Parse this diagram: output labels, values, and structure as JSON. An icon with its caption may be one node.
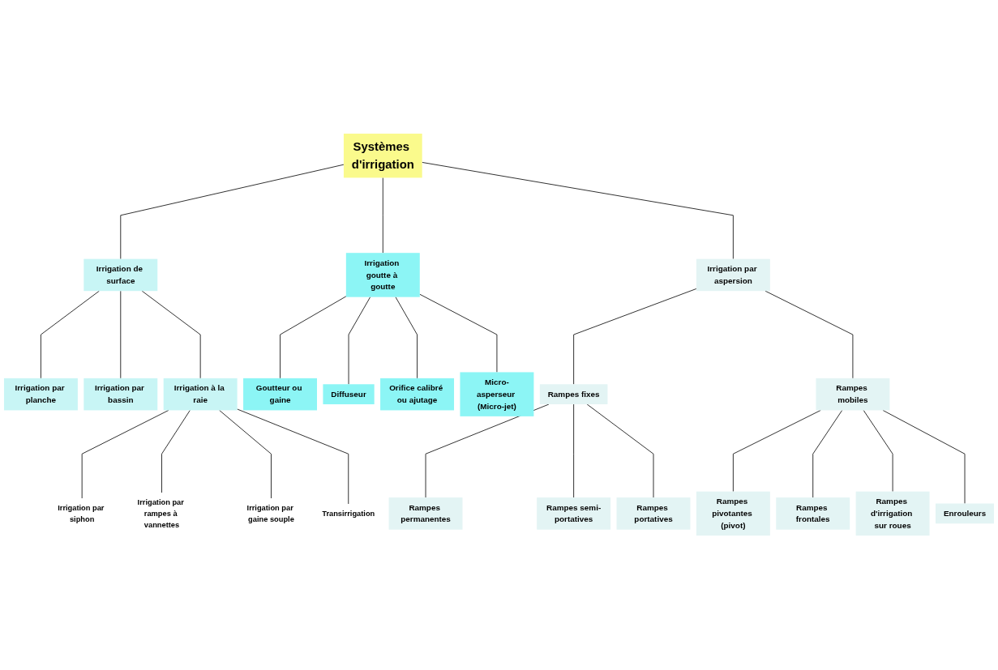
{
  "diagram": {
    "nodes": [
      {
        "text": [
          "Systèmes d'irrigation"
        ]
      },
      {
        "text": [
          "Irrigation de surface"
        ]
      },
      {
        "text": [
          "Irrigation goutte à goutte"
        ]
      },
      {
        "text": [
          "Irrigation par aspersion"
        ]
      },
      {
        "text": [
          "Irrigation par planche"
        ]
      },
      {
        "text": [
          "Irrigation par bassin"
        ]
      },
      {
        "text": [
          "Irrigation à la raie"
        ]
      },
      {
        "text": [
          "Irrigation par siphon"
        ]
      },
      {
        "text": [
          "Irrigation par rampes à vannettes"
        ]
      },
      {
        "text": [
          "Irrigation par gaine souple"
        ]
      },
      {
        "text": [
          "Transirrigation"
        ]
      },
      {
        "text": [
          "Goutteur ou gaine"
        ]
      },
      {
        "text": [
          "Diffuseur"
        ]
      },
      {
        "text": [
          "Orifice calibré ou ajutage"
        ]
      },
      {
        "text": [
          "Micro-asperseur (Micro-jet)"
        ]
      },
      {
        "text": [
          "Rampes fixes"
        ]
      },
      {
        "text": [
          "Rampes mobiles"
        ]
      },
      {
        "text": [
          "Rampes permanentes"
        ]
      },
      {
        "text": [
          "Rampes semi-portatives"
        ]
      },
      {
        "text": [
          "Rampes portatives"
        ]
      },
      {
        "text": [
          "Rampes pivotantes (pivot)"
        ]
      },
      {
        "text": [
          "Rampes frontales"
        ]
      },
      {
        "text": [
          "Rampes d'irrigation sur roues"
        ]
      },
      {
        "text": [
          "Enrouleurs"
        ]
      }
    ],
    "edges": [
      {
        "from": 0,
        "to": 1,
        "arrow": "none"
      },
      {
        "from": 0,
        "to": 2,
        "arrow": "none"
      },
      {
        "from": 0,
        "to": 3,
        "arrow": "none"
      },
      {
        "from": 1,
        "to": 4,
        "arrow": "none"
      },
      {
        "from": 1,
        "to": 5,
        "arrow": "none"
      },
      {
        "from": 1,
        "to": 6,
        "arrow": "none"
      },
      {
        "from": 6,
        "to": 7,
        "arrow": "none"
      },
      {
        "from": 6,
        "to": 8,
        "arrow": "none"
      },
      {
        "from": 6,
        "to": 9,
        "arrow": "none"
      },
      {
        "from": 6,
        "to": 10,
        "arrow": "none"
      },
      {
        "from": 2,
        "to": 11,
        "arrow": "none"
      },
      {
        "from": 2,
        "to": 12,
        "arrow": "none"
      },
      {
        "from": 2,
        "to": 13,
        "arrow": "none"
      },
      {
        "from": 2,
        "to": 14,
        "arrow": "none"
      },
      {
        "from": 3,
        "to": 15,
        "arrow": "none"
      },
      {
        "from": 3,
        "to": 16,
        "arrow": "none"
      },
      {
        "from": 15,
        "to": 17,
        "arrow": "none"
      },
      {
        "from": 15,
        "to": 18,
        "arrow": "none"
      },
      {
        "from": 15,
        "to": 19,
        "arrow": "none"
      },
      {
        "from": 16,
        "to": 20,
        "arrow": "none"
      },
      {
        "from": 16,
        "to": 21,
        "arrow": "none"
      },
      {
        "from": 16,
        "to": 22,
        "arrow": "none"
      },
      {
        "from": 16,
        "to": 23,
        "arrow": "none"
      }
    ]
  }
}
